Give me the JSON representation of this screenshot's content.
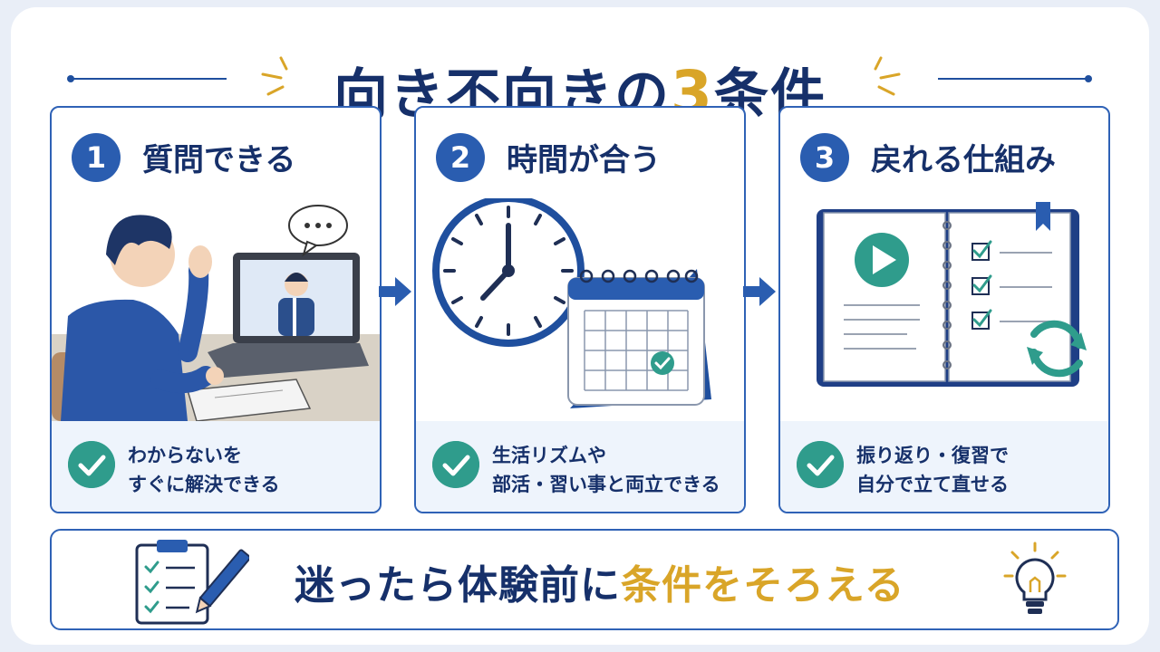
{
  "title": {
    "main": "向き不向きの",
    "num": "3",
    "tail": "条件"
  },
  "cards": [
    {
      "number": "1",
      "title": "質問できる",
      "line1": "わからないを",
      "line2": "すぐに解決できる"
    },
    {
      "number": "2",
      "title": "時間が合う",
      "line1": "生活リズムや",
      "line2": "部活・習い事と両立できる"
    },
    {
      "number": "3",
      "title": "戻れる仕組み",
      "line1": "振り返り・復習で",
      "line2": "自分で立て直せる"
    }
  ],
  "bottom": {
    "lead": "迷ったら体験前に",
    "emphasis": "条件をそろえる"
  },
  "colors": {
    "navy": "#16306a",
    "blue": "#2a5db0",
    "gold": "#d9a528",
    "teal": "#2f9c8c"
  }
}
